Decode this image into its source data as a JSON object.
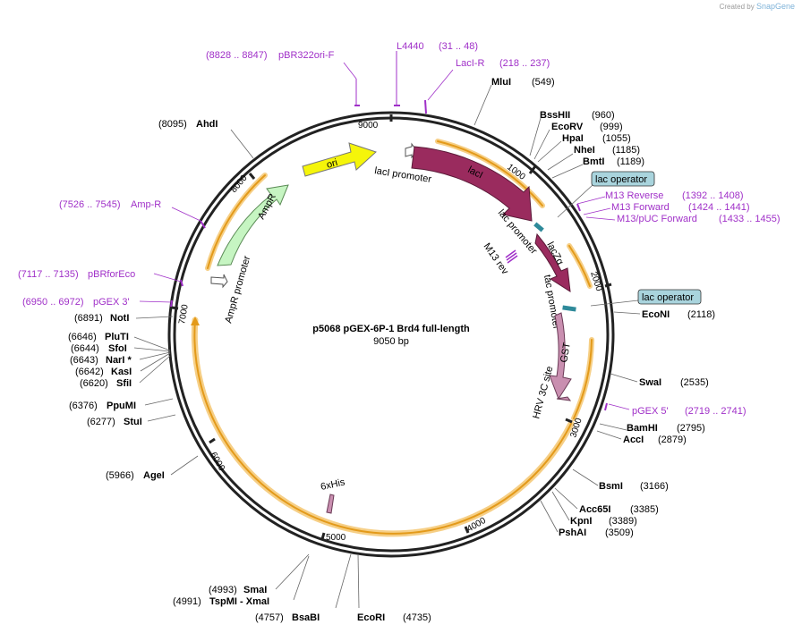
{
  "app": {
    "credit_prefix": "Created by",
    "credit_brand": "SnapGene"
  },
  "plasmid": {
    "name": "p5068 pGEX-6P-1 Brd4 full-length",
    "size": "9050 bp"
  },
  "colors": {
    "backbone": "#222222",
    "primer": "#a030c8",
    "enzyme_line": "#666666",
    "ori": "#f5f50a",
    "lacI": "#9a2b5e",
    "lacZa": "#9a2b5e",
    "GST": "#c98fb0",
    "AmpR": "#c6f5c2",
    "orf_arc": "#f0a020",
    "operator_box": "#a9d4dd"
  },
  "ticks": [
    "1000",
    "2000",
    "3000",
    "4000",
    "5000",
    "6000",
    "7000",
    "8000",
    "9000"
  ],
  "features": {
    "ori": "ori",
    "lacI": "lacI",
    "lacZa": "lacZα",
    "GST": "GST",
    "AmpR": "AmpR",
    "lacI_promoter": "lacI promoter",
    "lac_promoter": "lac promoter",
    "tac_promoter": "tac promoter",
    "AmpR_promoter": "AmpR promoter",
    "hrv_site": "HRV 3C site",
    "his_tag": "6xHis",
    "m13_rev": "M13 rev",
    "lac_operator_1": "lac operator",
    "lac_operator_2": "lac operator"
  },
  "primers": [
    {
      "id": "pbr322",
      "range": "(8828 .. 8847)",
      "name": "pBR322ori-F"
    },
    {
      "id": "l4440",
      "name": "L4440",
      "range": "(31 .. 48)"
    },
    {
      "id": "laci_r",
      "name": "LacI-R",
      "range": "(218 .. 237)"
    },
    {
      "id": "m13_reverse",
      "name": "M13 Reverse",
      "range": "(1392 .. 1408)"
    },
    {
      "id": "m13_forward",
      "name": "M13 Forward",
      "range": "(1424 .. 1441)"
    },
    {
      "id": "m13_puc",
      "name": "M13/pUC Forward",
      "range": "(1433 .. 1455)"
    },
    {
      "id": "pgex5",
      "name": "pGEX 5'",
      "range": "(2719 .. 2741)"
    },
    {
      "id": "amp_r",
      "range": "(7526 .. 7545)",
      "name": "Amp-R"
    },
    {
      "id": "pbrforeco",
      "range": "(7117 .. 7135)",
      "name": "pBRforEco"
    },
    {
      "id": "pgex3",
      "range": "(6950 .. 6972)",
      "name": "pGEX 3'"
    }
  ],
  "enzymes_right": [
    {
      "name": "MluI",
      "pos": "(549)"
    },
    {
      "name": "BssHII",
      "pos": "(960)"
    },
    {
      "name": "EcoRV",
      "pos": "(999)"
    },
    {
      "name": "HpaI",
      "pos": "(1055)"
    },
    {
      "name": "NheI",
      "pos": "(1185)"
    },
    {
      "name": "BmtI",
      "pos": "(1189)"
    },
    {
      "name": "EcoNI",
      "pos": "(2118)"
    },
    {
      "name": "SwaI",
      "pos": "(2535)"
    },
    {
      "name": "BamHI",
      "pos": "(2795)"
    },
    {
      "name": "AccI",
      "pos": "(2879)"
    },
    {
      "name": "BsmI",
      "pos": "(3166)"
    },
    {
      "name": "Acc65I",
      "pos": "(3385)"
    },
    {
      "name": "KpnI",
      "pos": "(3389)"
    },
    {
      "name": "PshAI",
      "pos": "(3509)"
    },
    {
      "name": "EcoRI",
      "pos": "(4735)"
    },
    {
      "name": "BsaBI",
      "pos": "(4757)"
    }
  ],
  "enzymes_left": [
    {
      "name": "AhdI",
      "pos": "(8095)"
    },
    {
      "name": "NotI",
      "pos": "(6891)"
    },
    {
      "name": "PluTI",
      "pos": "(6646)"
    },
    {
      "name": "SfoI",
      "pos": "(6644)"
    },
    {
      "name": "NarI *",
      "pos": "(6643)"
    },
    {
      "name": "KasI",
      "pos": "(6642)"
    },
    {
      "name": "SfiI",
      "pos": "(6620)"
    },
    {
      "name": "PpuMI",
      "pos": "(6376)"
    },
    {
      "name": "StuI",
      "pos": "(6277)"
    },
    {
      "name": "AgeI",
      "pos": "(5966)"
    },
    {
      "name": "SmaI",
      "pos": "(4993)"
    },
    {
      "name": "TspMI - XmaI",
      "pos": "(4991)"
    }
  ]
}
